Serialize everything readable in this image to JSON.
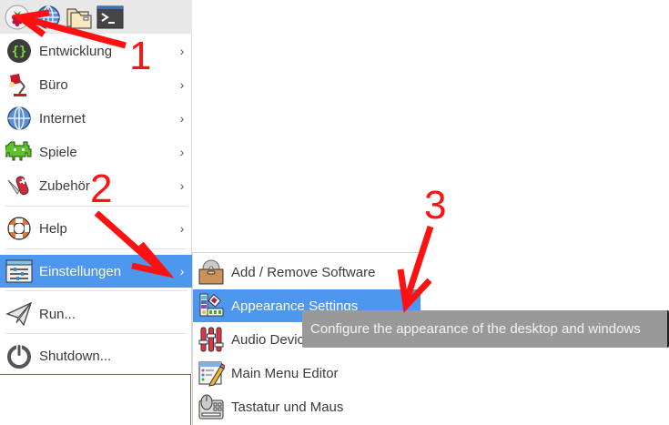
{
  "taskbar": {
    "buttons": [
      {
        "name": "raspberry-menu",
        "icon": "raspberry-icon"
      },
      {
        "name": "web-browser",
        "icon": "globe-icon"
      },
      {
        "name": "file-manager",
        "icon": "folder-icon"
      },
      {
        "name": "terminal",
        "icon": "terminal-icon"
      }
    ]
  },
  "menu": {
    "items": [
      {
        "label": "Entwicklung",
        "icon": "code-braces-icon",
        "has_submenu": true
      },
      {
        "label": "Büro",
        "icon": "desk-lamp-icon",
        "has_submenu": true
      },
      {
        "label": "Internet",
        "icon": "globe-icon",
        "has_submenu": true
      },
      {
        "label": "Spiele",
        "icon": "space-invader-icon",
        "has_submenu": true
      },
      {
        "label": "Zubehör",
        "icon": "pocket-knife-icon",
        "has_submenu": true
      },
      {
        "label": "Help",
        "icon": "lifebuoy-icon",
        "has_submenu": true
      },
      {
        "label": "Einstellungen",
        "icon": "settings-sliders-icon",
        "has_submenu": true,
        "selected": true
      },
      {
        "label": "Run...",
        "icon": "paper-plane-icon",
        "has_submenu": false
      },
      {
        "label": "Shutdown...",
        "icon": "power-icon",
        "has_submenu": false
      }
    ],
    "chevron": "›"
  },
  "submenu": {
    "items": [
      {
        "label": "Add / Remove Software",
        "icon": "package-cd-icon"
      },
      {
        "label": "Appearance Settings",
        "icon": "color-palette-icon",
        "selected": true
      },
      {
        "label": "Audio Device Settings",
        "icon": "audio-mixer-icon"
      },
      {
        "label": "Main Menu Editor",
        "icon": "menu-editor-icon"
      },
      {
        "label": "Tastatur und Maus",
        "icon": "keyboard-mouse-icon"
      }
    ]
  },
  "tooltip": {
    "text": "Configure the appearance of the desktop and windows"
  },
  "annotations": {
    "step1": "1",
    "step2": "2",
    "step3": "3",
    "color": "#ff1111"
  },
  "colors": {
    "highlight": "#4d97ee",
    "tooltip_bg": "#999999",
    "taskbar_bg": "#e8e8e8"
  }
}
